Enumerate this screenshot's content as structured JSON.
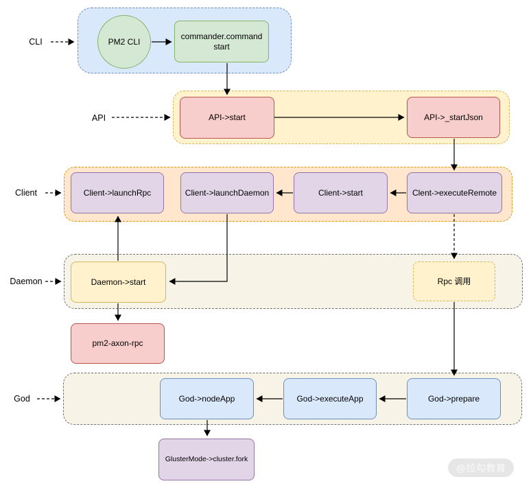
{
  "lanes": {
    "cli": "CLI",
    "api": "API",
    "client": "Client",
    "daemon": "Daemon",
    "god": "God"
  },
  "nodes": {
    "pm2_cli": "PM2 CLI",
    "commander_command": "commander.command start",
    "api_start": "API->start",
    "api_start_json": "API->_startJson",
    "client_launch_rpc": "Client->launchRpc",
    "client_launch_daemon": "Client->launchDaemon",
    "client_start": "Client->start",
    "client_execute_remote": "Clent->executeRemote",
    "daemon_start": "Daemon->start",
    "rpc_call": "Rpc 调用",
    "pm2_axon_rpc": "pm2-axon-rpc",
    "god_node_app": "God->nodeApp",
    "god_execute_app": "God->executeApp",
    "god_prepare": "God->prepare",
    "cluster_fork": "GlusterMode->cluster.fork"
  },
  "watermark": "@拉勾教育",
  "colors": {
    "blue_fill": "#dae8fc",
    "blue_stroke": "#6c8ebf",
    "green_fill": "#d5e8d4",
    "green_stroke": "#82b366",
    "yellow_fill": "#fff2cc",
    "yellow_stroke": "#d6b656",
    "orange_fill": "#ffe6cc",
    "orange_stroke": "#d79b00",
    "red_fill": "#f8cecc",
    "red_stroke": "#b85450",
    "purple_fill": "#e1d5e7",
    "purple_stroke": "#9673a6",
    "cream_fill": "#f7f3e6",
    "container_dash_stroke": "#707070",
    "connector": "#000000",
    "watermark_bg": "#e6e6e6",
    "watermark_text": "#fafafa"
  }
}
